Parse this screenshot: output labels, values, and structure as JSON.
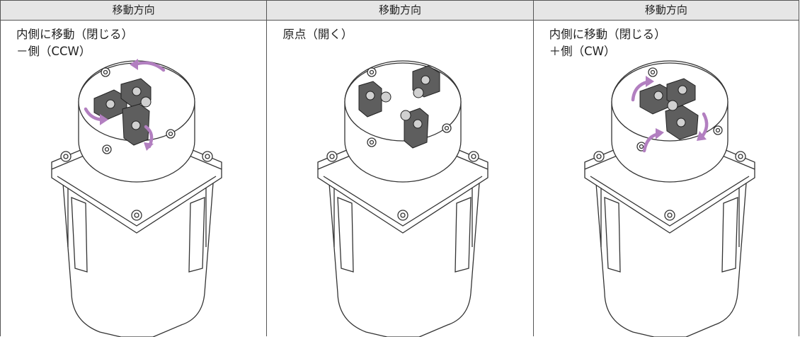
{
  "columns": [
    {
      "header": "移動方向",
      "line1": "内側に移動（閉じる）",
      "line2": "－側（CCW）",
      "rotation": "ccw"
    },
    {
      "header": "移動方向",
      "line1": "原点（開く）",
      "line2": "",
      "rotation": "none"
    },
    {
      "header": "移動方向",
      "line1": "内側に移動（閉じる）",
      "line2": "＋側（CW）",
      "rotation": "cw"
    }
  ],
  "colors": {
    "arrow": "#b27fc0",
    "jaw": "#5e5e5e",
    "header_bg": "#e6e6e6",
    "line": "#333333"
  },
  "icons": [
    "gripper-unit-illustration",
    "rotation-arrow-icon"
  ]
}
